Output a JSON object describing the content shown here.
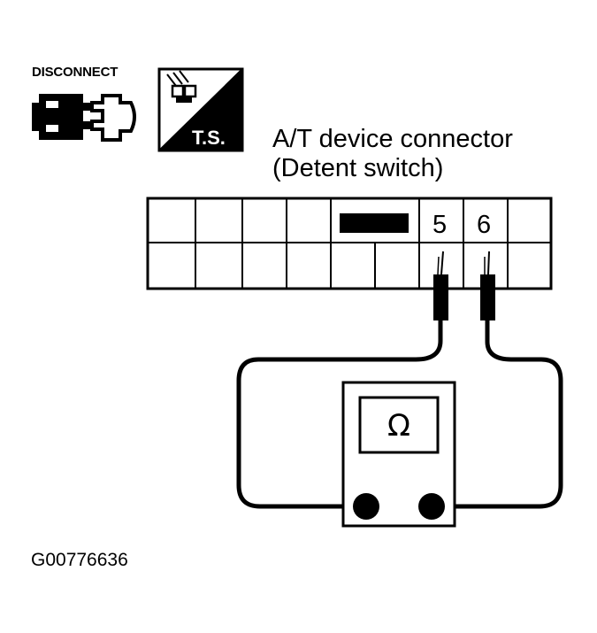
{
  "disconnect_badge": {
    "label": "DISCONNECT",
    "icon": "connector-disconnect-icon"
  },
  "ts_badge": {
    "label": "T.S.",
    "icon": "tester-probe-icon"
  },
  "connector": {
    "title": "A/T device connector",
    "subtitle": "(Detent switch)",
    "pins": [
      {
        "number": "5"
      },
      {
        "number": "6"
      }
    ]
  },
  "meter": {
    "symbol": "Ω",
    "icon": "ohmmeter-icon"
  },
  "figure_code": "G00776636"
}
